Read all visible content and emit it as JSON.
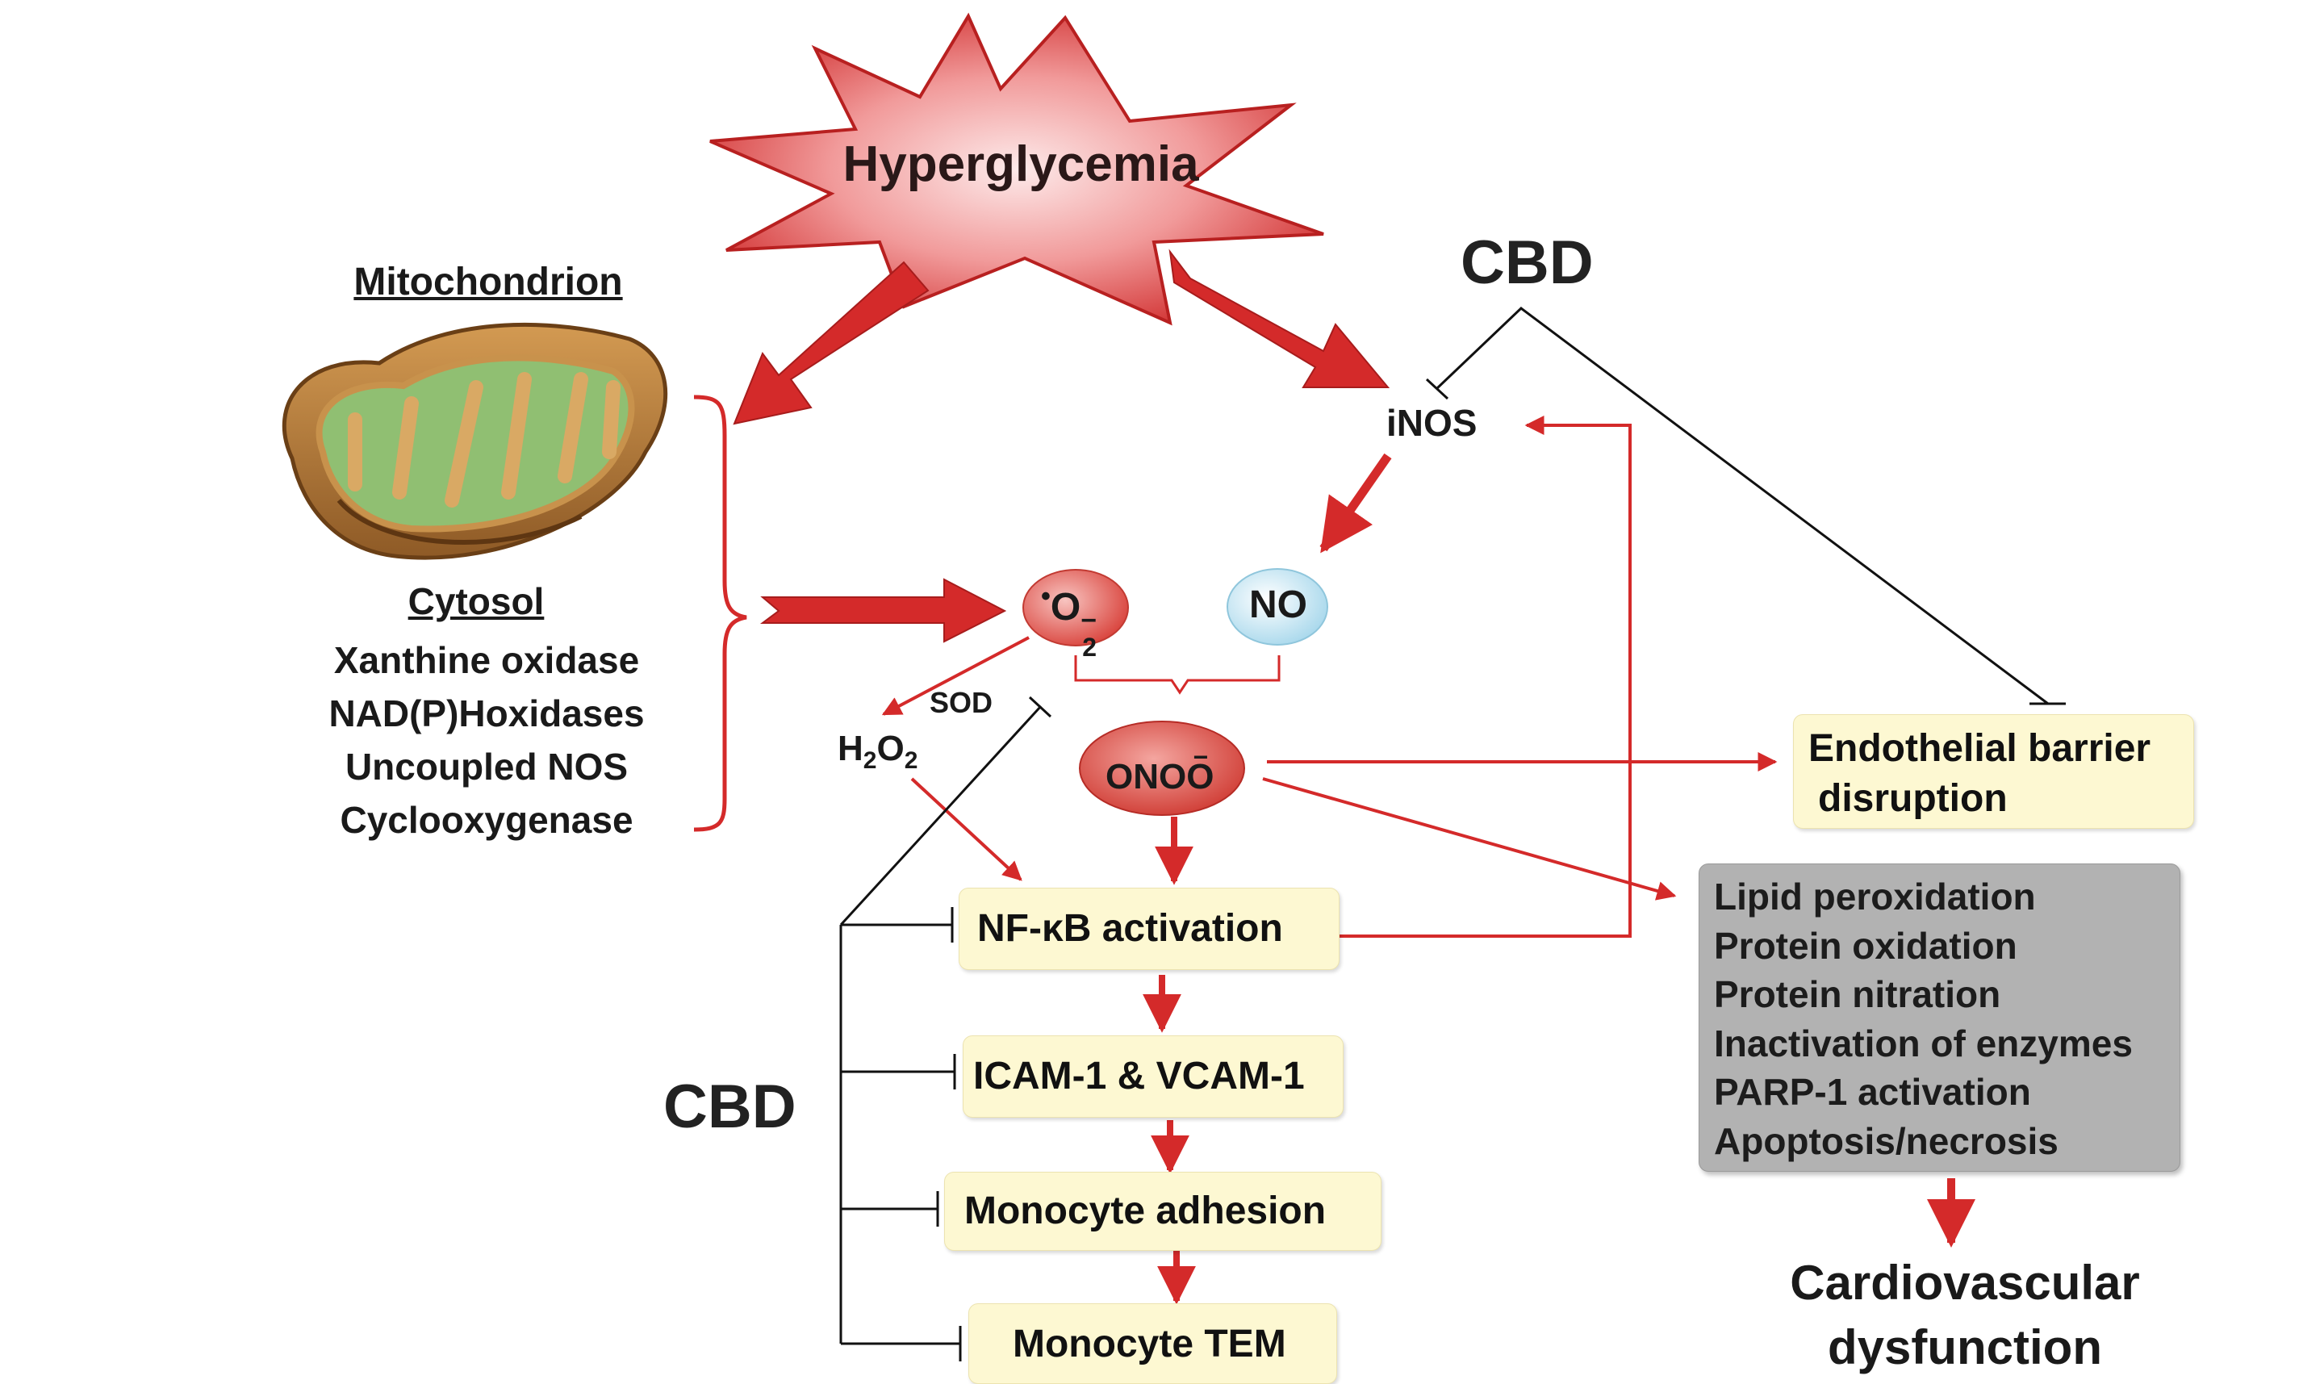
{
  "trigger": {
    "label": "Hyperglycemia"
  },
  "sources": {
    "mitochondrion_title": "Mitochondrion",
    "cytosol_title": "Cytosol",
    "cytosol_items": [
      "Xanthine oxidase",
      "NAD(P)Hoxidases",
      "Uncoupled NOS",
      "Cyclooxygenase"
    ]
  },
  "species": {
    "superoxide": {
      "dot": "•",
      "base": "O",
      "sub": "2",
      "sup": "−"
    },
    "no": "NO",
    "inos": "iNOS",
    "sod": "SOD",
    "h2o2": {
      "h": "H",
      "h_sub": "2",
      "o": "O",
      "o_sub": "2"
    },
    "peroxynitrite": {
      "base": "ONOO",
      "sup": "−"
    }
  },
  "cascade": [
    "NF-κB activation",
    "ICAM-1 & VCAM-1",
    "Monocyte adhesion",
    "Monocyte TEM"
  ],
  "endothelial": {
    "line1": "Endothelial barrier",
    "line2": "disruption"
  },
  "damage": [
    "Lipid peroxidation",
    "Protein oxidation",
    "Protein nitration",
    "Inactivation of enzymes",
    "PARP-1 activation",
    "Apoptosis/necrosis"
  ],
  "outcome": {
    "line1": "Cardiovascular",
    "line2": "dysfunction"
  },
  "inhibitor_top": "CBD",
  "inhibitor_left": "CBD",
  "colors": {
    "arrow_red": "#d42a2a",
    "line_black": "#111111",
    "box_yellow": "#fdf8d2",
    "box_gray": "#b2b2b2"
  }
}
